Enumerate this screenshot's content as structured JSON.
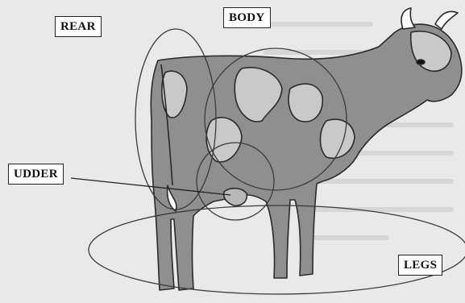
{
  "labels": {
    "rear": "REAR",
    "body": "BODY",
    "udder": "UDDER",
    "legs": "LEGS"
  },
  "colors": {
    "background": "#e9e9e9",
    "cow_body": "#8f8f8f",
    "cow_patch": "#c9c9c9",
    "outline": "#2a2a2a",
    "region_circle": "#3a3a3a"
  }
}
